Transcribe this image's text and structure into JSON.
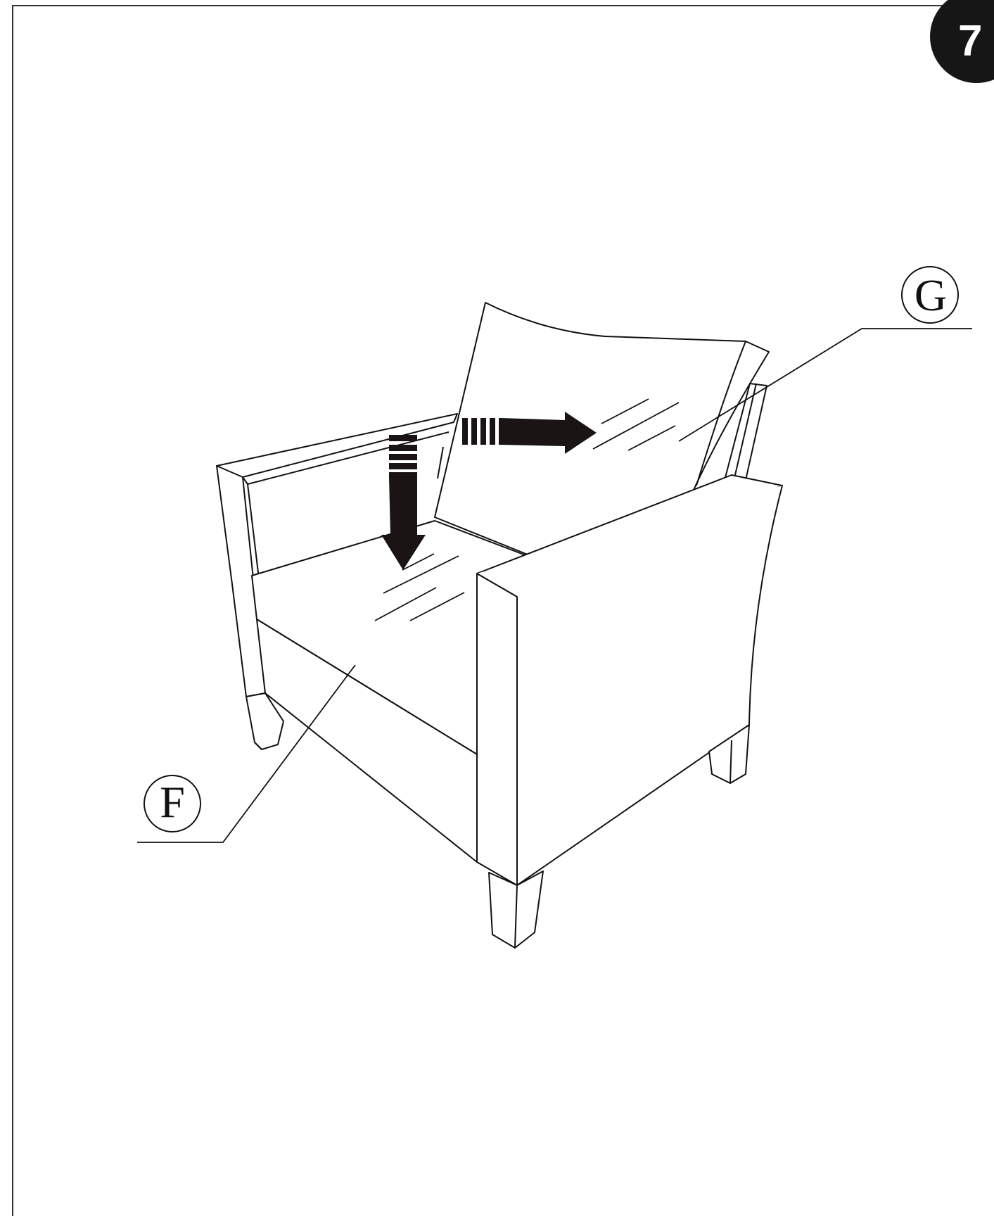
{
  "step": {
    "number": "7"
  },
  "callouts": {
    "g": "G",
    "f": "F"
  },
  "colors": {
    "ink": "#111111",
    "arrow": "#1a1414",
    "badge": "#161616",
    "paper": "#ffffff"
  },
  "icons": {
    "down_arrow": "striped-down-arrow-icon",
    "right_arrow": "striped-right-arrow-icon"
  }
}
